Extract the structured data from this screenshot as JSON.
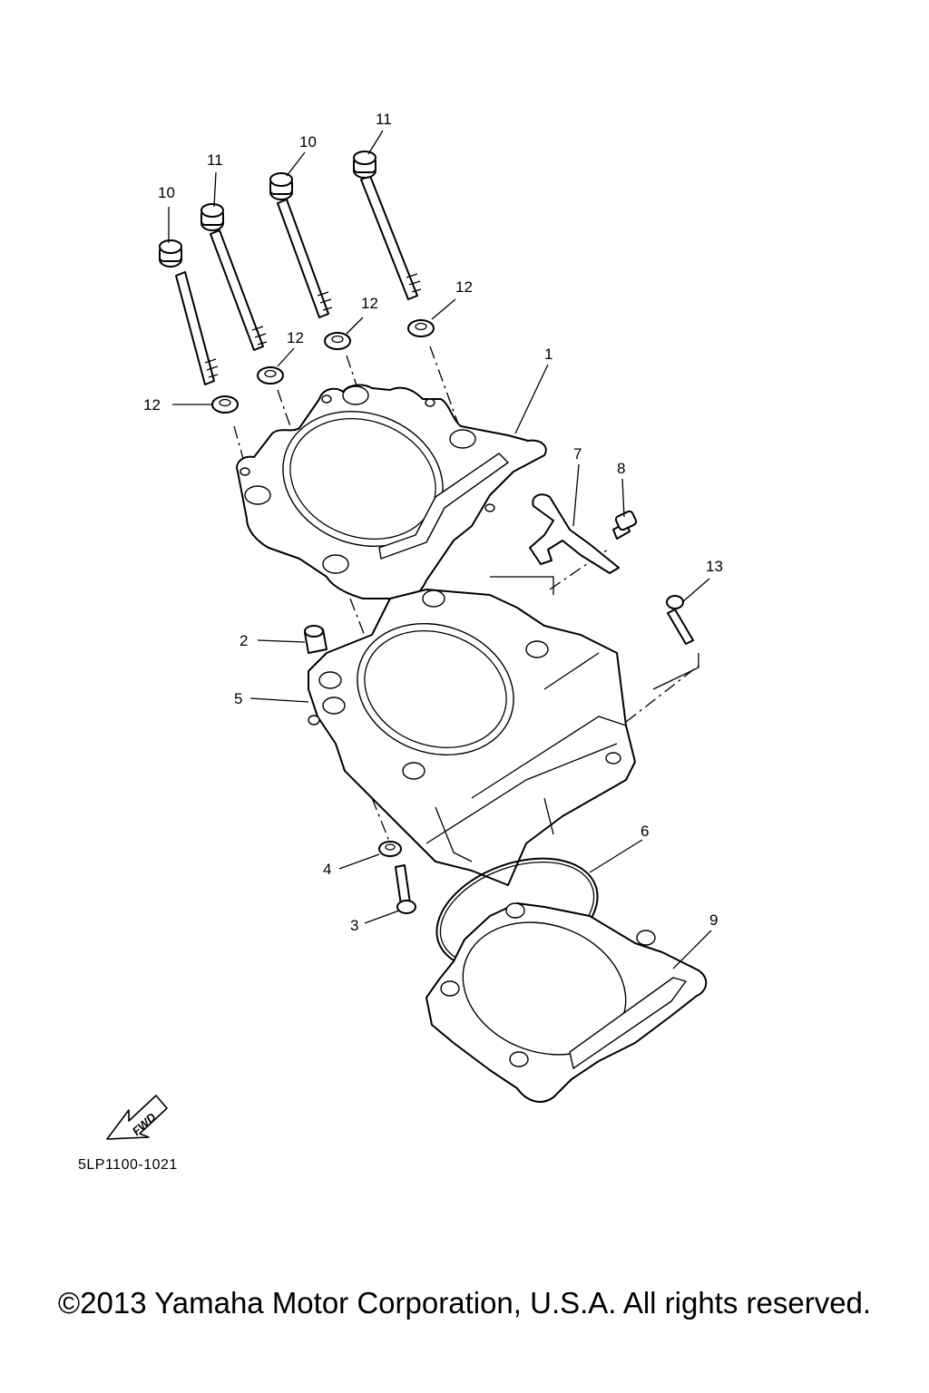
{
  "callouts": {
    "c1": "1",
    "c2": "2",
    "c3": "3",
    "c4": "4",
    "c5": "5",
    "c6": "6",
    "c7": "7",
    "c8": "8",
    "c9": "9",
    "c10a": "10",
    "c10b": "10",
    "c11a": "11",
    "c11b": "11",
    "c12a": "12",
    "c12b": "12",
    "c12c": "12",
    "c12d": "12",
    "c13": "13"
  },
  "fwd_label": "FWD",
  "diagram_code": "5LP1100-1021",
  "copyright": "©2013 Yamaha Motor Corporation, U.S.A. All rights reserved."
}
